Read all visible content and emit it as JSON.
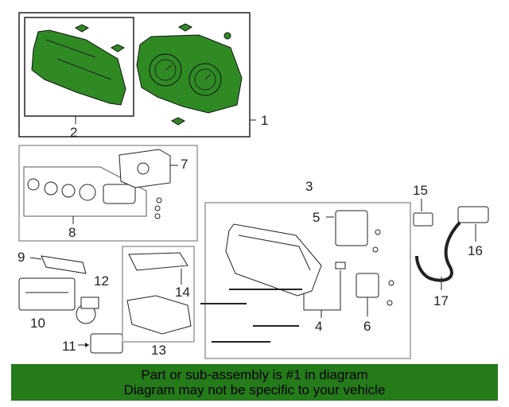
{
  "colors": {
    "highlight": "#2f8a24",
    "banner": "#257a1a",
    "line": "#222222",
    "box": "#9a9a9a"
  },
  "callouts": [
    "1",
    "2",
    "3",
    "4",
    "5",
    "6",
    "7",
    "8",
    "9",
    "10",
    "11",
    "12",
    "13",
    "14",
    "15",
    "16",
    "17"
  ],
  "banner": {
    "line1": "Part or sub-assembly is #1 in diagram",
    "line2": "Diagram may not be specific to your vehicle"
  }
}
